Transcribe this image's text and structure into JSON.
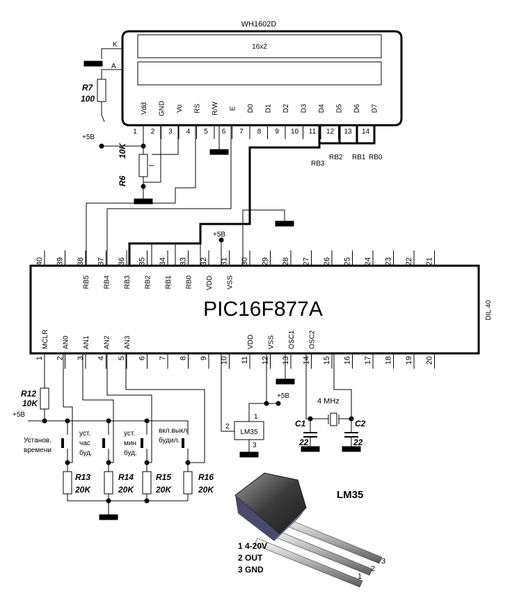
{
  "lcd": {
    "title": "WH1602D",
    "size": "16x2",
    "backlight": [
      "K",
      "A"
    ],
    "signals": [
      "Vdd",
      "GND",
      "Vo",
      "RS",
      "R/W",
      "E",
      "D0",
      "D1",
      "D2",
      "D3",
      "D4",
      "D5",
      "D6",
      "D7"
    ],
    "pin_numbers": [
      "1",
      "2",
      "3",
      "4",
      "5",
      "6",
      "7",
      "8",
      "9",
      "10",
      "11",
      "12",
      "13",
      "14"
    ]
  },
  "rb_labels": {
    "rb3": "RB3",
    "rb2": "RB2",
    "rb1": "RB1",
    "rb0": "RB0"
  },
  "mcu": {
    "name": "PIC16F877A",
    "package": "DIL 40",
    "top_pins": [
      "40",
      "39",
      "38",
      "37",
      "36",
      "35",
      "34",
      "33",
      "32",
      "31",
      "30",
      "29",
      "28",
      "27",
      "26",
      "25",
      "24",
      "23",
      "22",
      "21"
    ],
    "top_signals": [
      "",
      "",
      "RB5",
      "RB4",
      "RB3",
      "RB2",
      "RB1",
      "RB0",
      "VDD",
      "VSS",
      "",
      "",
      "",
      "",
      "",
      "",
      "",
      "",
      "",
      ""
    ],
    "bottom_pins": [
      "1",
      "2",
      "3",
      "4",
      "5",
      "6",
      "7",
      "8",
      "9",
      "10",
      "11",
      "12",
      "13",
      "14",
      "15",
      "16",
      "17",
      "18",
      "19",
      "20"
    ],
    "bottom_signals": [
      "MCLR",
      "AN0",
      "AN1",
      "AN2",
      "AN3",
      "",
      "",
      "",
      "",
      "",
      "VDD",
      "VSS",
      "OSC1",
      "OSC2",
      "",
      "",
      "",
      "",
      "",
      ""
    ]
  },
  "supply": {
    "v5_top": "+5В",
    "v5_lcd": "+5В",
    "v5_lm": "+5В",
    "v5_left": "+5В"
  },
  "components": {
    "r7": {
      "name": "R7",
      "value": "100"
    },
    "r6": {
      "name": "R6",
      "value": "10K"
    },
    "r12": {
      "name": "R12",
      "value": "10K"
    },
    "r13": {
      "name": "R13",
      "value": "20K"
    },
    "r14": {
      "name": "R14",
      "value": "20K"
    },
    "r15": {
      "name": "R15",
      "value": "20K"
    },
    "r16": {
      "name": "R16",
      "value": "20K"
    },
    "c1": {
      "name": "C1",
      "value": "22"
    },
    "c2": {
      "name": "C2",
      "value": "22"
    },
    "crystal": "4 MHz",
    "sensor": {
      "name": "LM35",
      "pins": [
        "1",
        "2",
        "3"
      ]
    }
  },
  "buttons": {
    "b1": [
      "Установ.",
      "времени"
    ],
    "b2": [
      "уст.",
      "час",
      "буд."
    ],
    "b3": [
      "уст.",
      "мин",
      "буд."
    ],
    "b4": [
      "вкл.выкл",
      "будил."
    ]
  },
  "package_view": {
    "title": "LM35",
    "legend": [
      "1 4-20V",
      "2 OUT",
      "3 GND"
    ],
    "pin_nums": [
      "1",
      "2",
      "3"
    ]
  }
}
